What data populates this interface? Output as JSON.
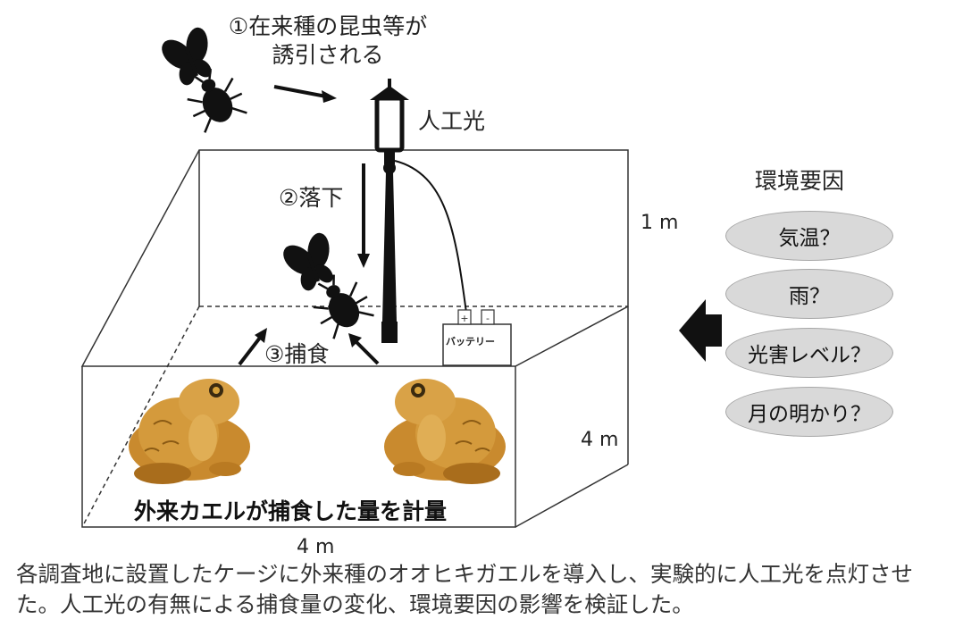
{
  "steps": {
    "step1_line1": "①在来種の昆虫等が",
    "step1_line2": "誘引される",
    "step2": "②落下",
    "step3": "③捕食"
  },
  "light_label": "人工光",
  "dimensions": {
    "height": "1 m",
    "depth": "4 m",
    "width": "4 m"
  },
  "battery": {
    "label": "バッテリー",
    "plus": "+",
    "minus": "-"
  },
  "environment": {
    "title": "環境要因",
    "factors": [
      "気温？",
      "雨？",
      "光害レベル？",
      "月の明かり？"
    ]
  },
  "measure_label": "外来カエルが捕食した量を計量",
  "caption": "各調査地に設置したケージに外来種のオオヒキガエルを導入し、実験的に人工光を点灯させた。人工光の有無による捕食量の変化、環境要因の影響を検証した。",
  "colors": {
    "toad": "#c98a2e",
    "toad_dark": "#8a5a14",
    "ellipse_fill": "#d9d9d9",
    "arrow": "#111111"
  },
  "icons": [
    "butterfly-icon",
    "beetle-icon",
    "street-lamp-icon",
    "battery-icon",
    "toad-image",
    "left-arrow-icon"
  ]
}
